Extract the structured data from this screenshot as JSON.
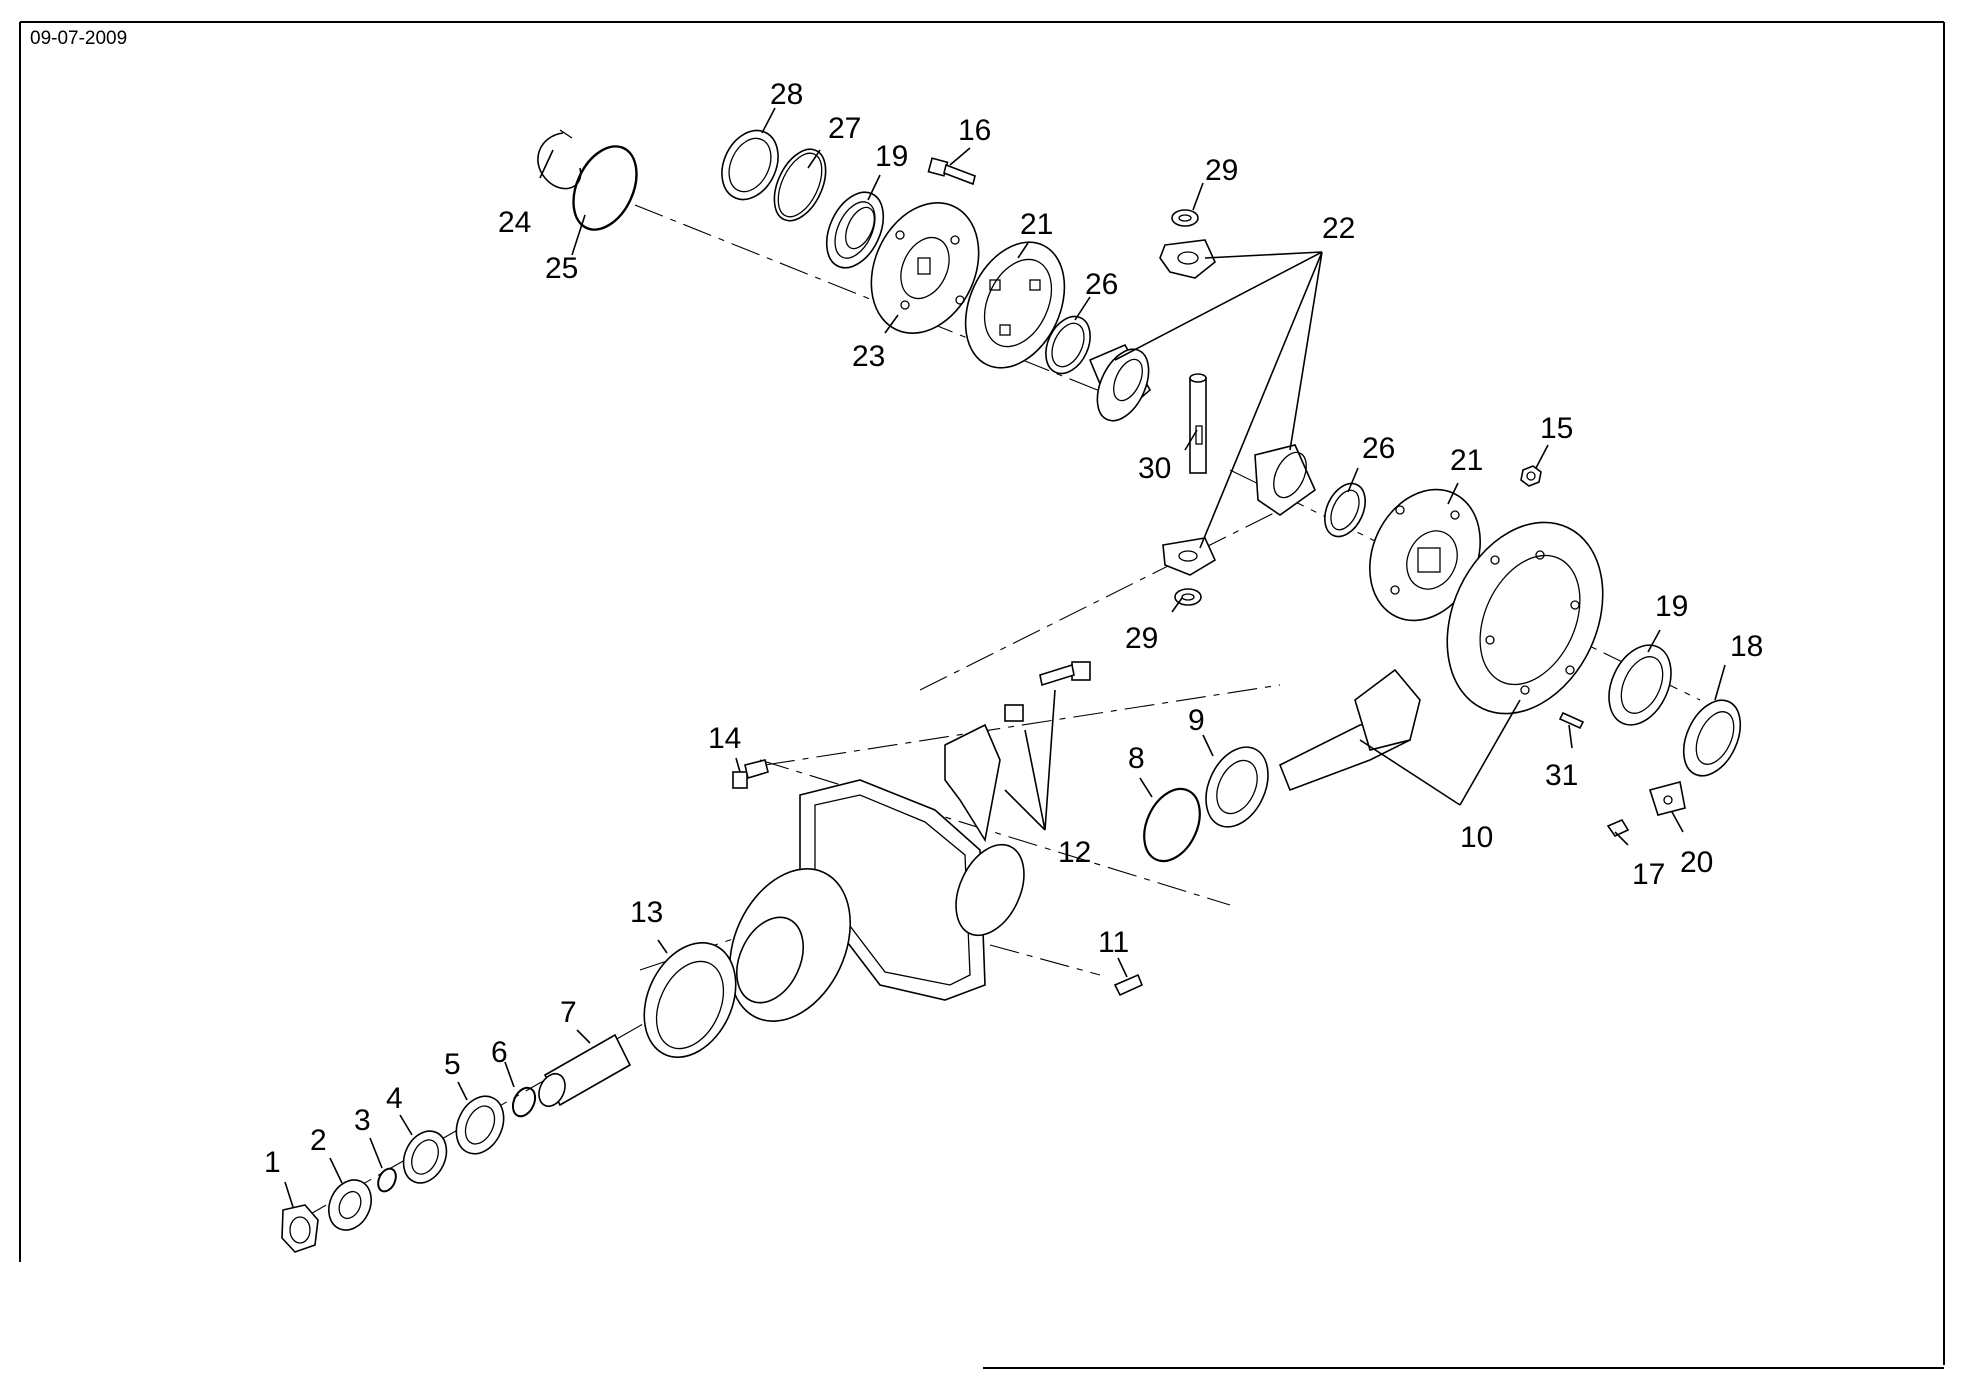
{
  "header": {
    "date": "09-07-2009"
  },
  "callouts": {
    "c1": "1",
    "c2": "2",
    "c3": "3",
    "c4": "4",
    "c5": "5",
    "c6": "6",
    "c7": "7",
    "c8": "8",
    "c9": "9",
    "c10": "10",
    "c11": "11",
    "c12": "12",
    "c13": "13",
    "c14": "14",
    "c15": "15",
    "c16": "16",
    "c17": "17",
    "c18": "18",
    "c19a": "19",
    "c19b": "19",
    "c20": "20",
    "c21a": "21",
    "c21b": "21",
    "c22": "22",
    "c23": "23",
    "c24": "24",
    "c25": "25",
    "c26a": "26",
    "c26b": "26",
    "c27": "27",
    "c28": "28",
    "c29a": "29",
    "c29b": "29",
    "c30": "30",
    "c31": "31"
  }
}
